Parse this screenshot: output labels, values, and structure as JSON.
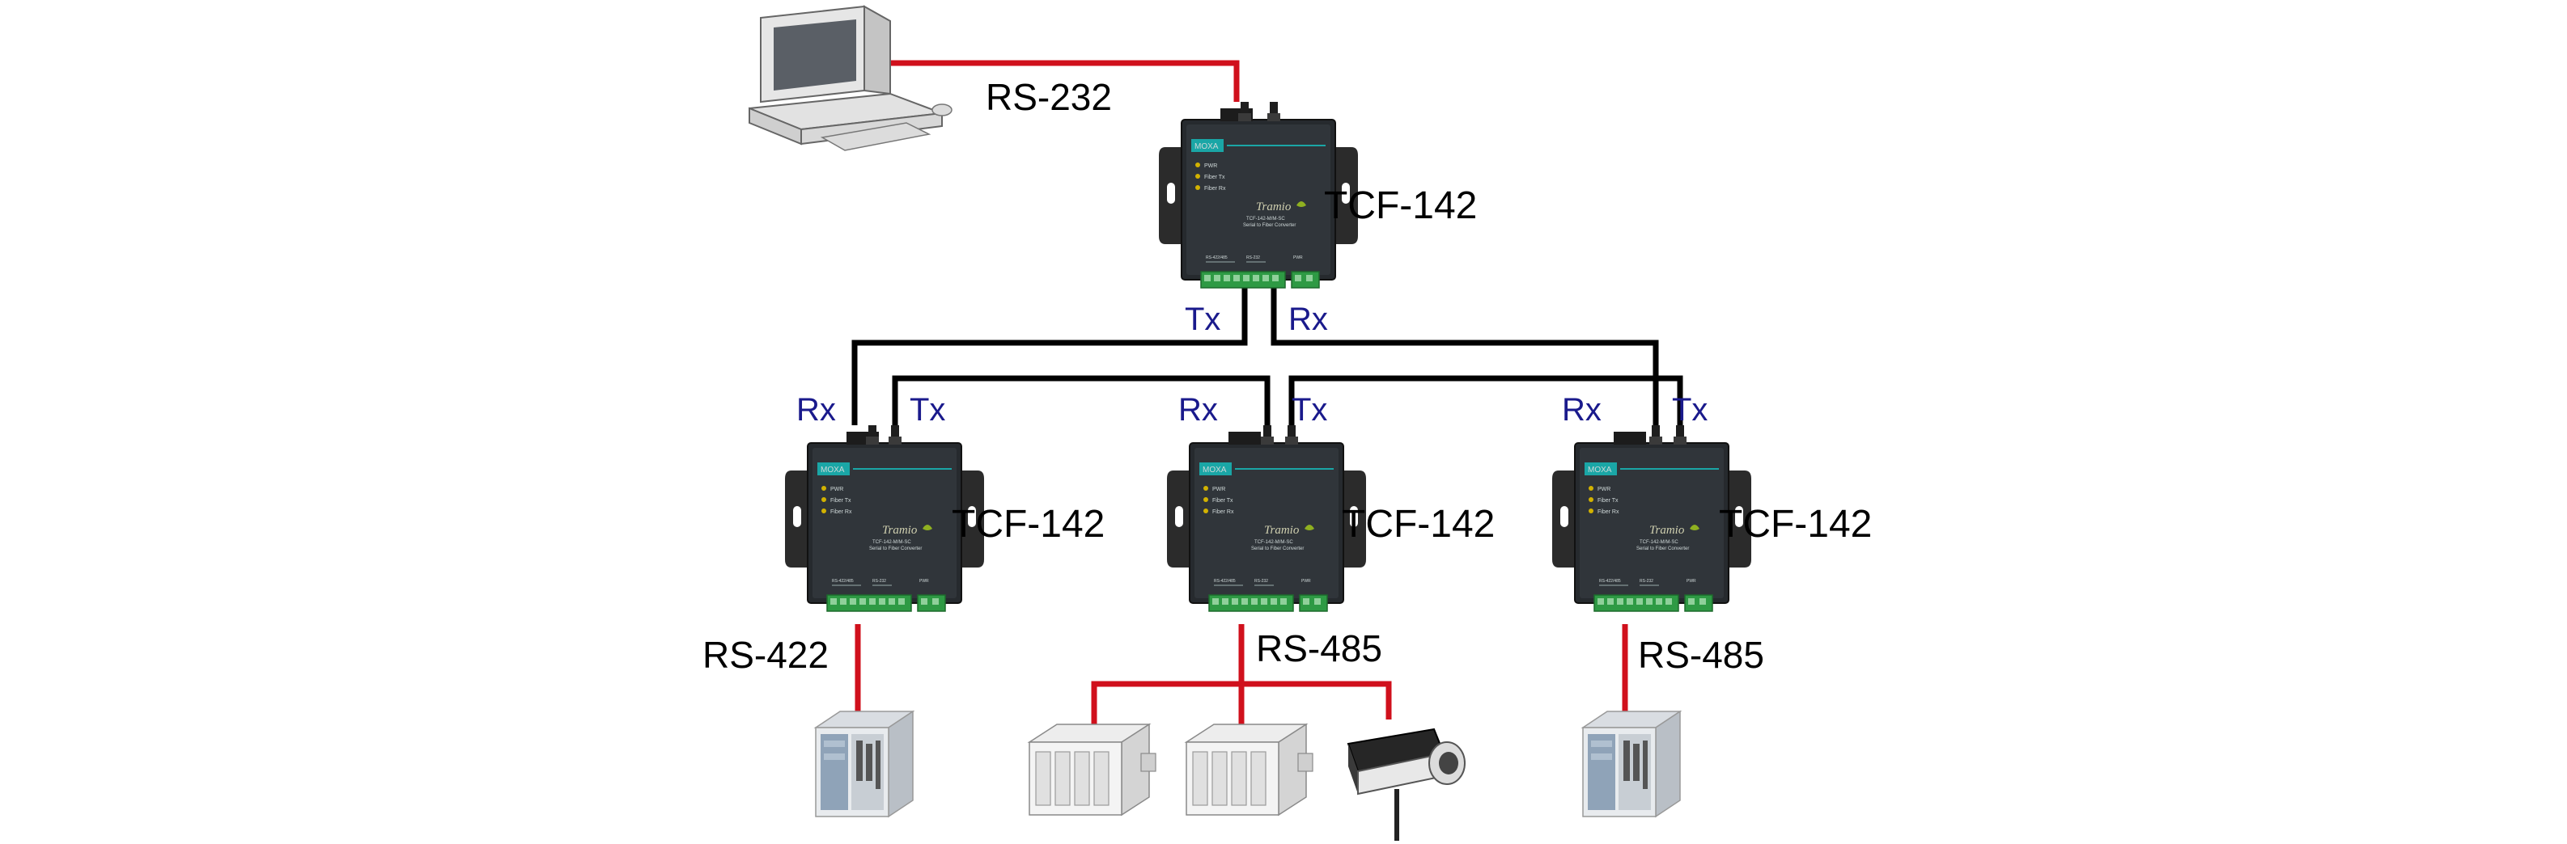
{
  "serial_links": {
    "host": "RS-232",
    "left": "RS-422",
    "center": "RS-485",
    "right": "RS-485"
  },
  "converters": {
    "top": {
      "model": "TCF-142",
      "port_tx": "Tx",
      "port_rx": "Rx"
    },
    "left": {
      "model": "TCF-142",
      "port_rx": "Rx",
      "port_tx": "Tx"
    },
    "center": {
      "model": "TCF-142",
      "port_rx": "Rx",
      "port_tx": "Tx"
    },
    "right": {
      "model": "TCF-142",
      "port_rx": "Rx",
      "port_tx": "Tx"
    }
  },
  "device_face": {
    "brand": "MOXA",
    "series": "TCF-142",
    "leds": [
      "PWR",
      "Fiber Tx",
      "Fiber Rx"
    ]
  },
  "colors": {
    "serial_cable": "#d0101c",
    "fiber_cable": "#000000",
    "port_label": "#1a1a8c",
    "converter_body": "#262a2e",
    "accent": "#1aa6a6"
  }
}
